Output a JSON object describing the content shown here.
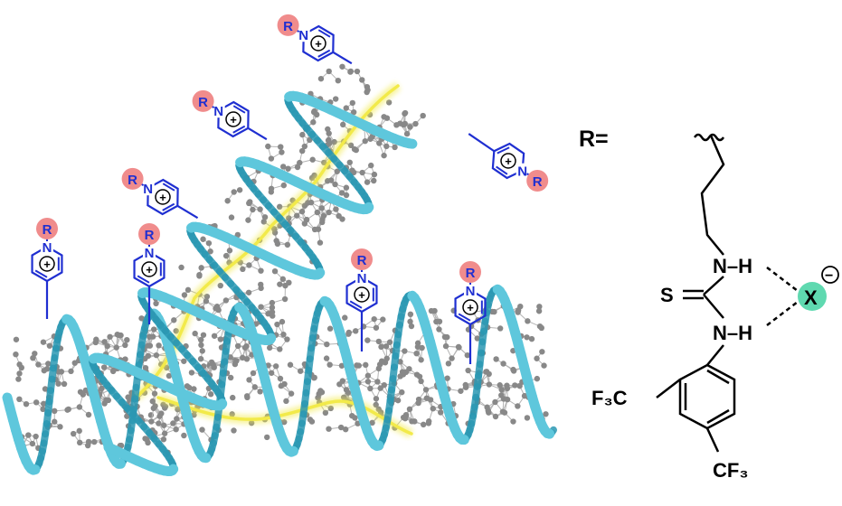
{
  "labels": {
    "r_equals": "R=",
    "r_group": "R",
    "nitrogen": "N",
    "plus": "+",
    "minus": "−",
    "nh_top": "N–H",
    "nh_bottom": "N–H",
    "sulfur": "S",
    "anion": "X",
    "cf3_left": "F₃C",
    "cf3_right": "CF₃"
  },
  "colors": {
    "helix": "#5ec7dc",
    "helix_dark": "#2b98b3",
    "lattice_atom": "#888888",
    "lattice_bond": "#b4b4b4",
    "pyridinium": "#1f2fd1",
    "r_circle": "#f08c8c",
    "anion_circle": "#5fd9b0",
    "chain_glow": "#f2ea4a"
  },
  "icons": {
    "pyridinium": "pyridinium-ring-icon",
    "wavy_bond": "wavy-bond-icon"
  }
}
